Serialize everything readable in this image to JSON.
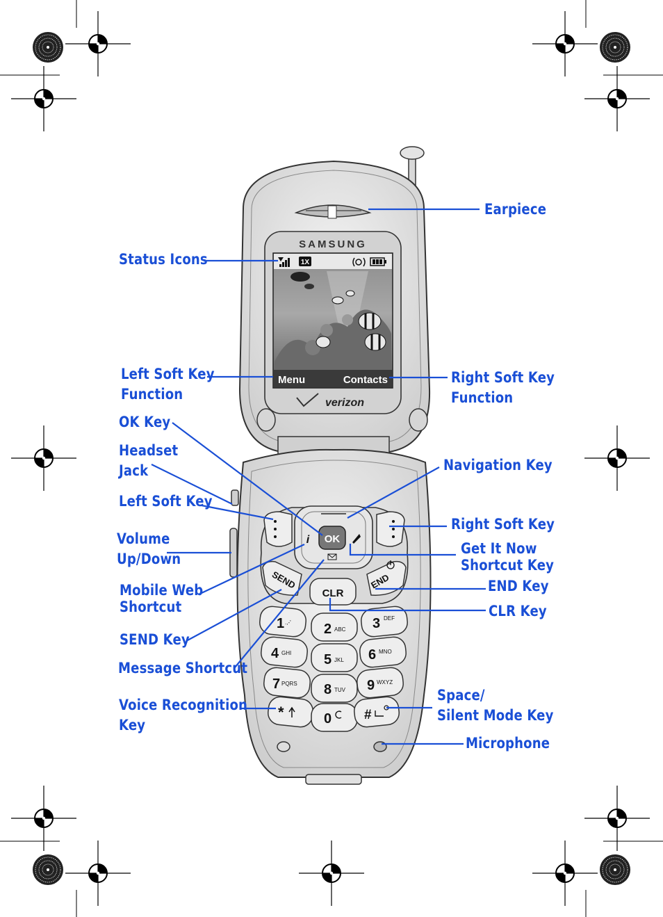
{
  "phone": {
    "brand": "SAMSUNG",
    "carrier": "verizon",
    "screen": {
      "signal_badge": "1X",
      "left_softkey_text": "Menu",
      "right_softkey_text": "Contacts"
    },
    "keys": {
      "ok": "OK",
      "send": "SEND",
      "end": "END",
      "clr": "CLR",
      "info_icon": "i",
      "k1": "1",
      "k1_sub": ".,-'",
      "k2": "2",
      "k2_sub": "ABC",
      "k3": "3",
      "k3_sub": "DEF",
      "k4": "4",
      "k4_sub": "GHI",
      "k5": "5",
      "k5_sub": "JKL",
      "k6": "6",
      "k6_sub": "MNO",
      "k7": "7",
      "k7_sub": "PQRS",
      "k8": "8",
      "k8_sub": "TUV",
      "k9": "9",
      "k9_sub": "WXYZ",
      "kstar": "*",
      "k0": "0",
      "khash": "#"
    }
  },
  "labels": {
    "earpiece": "Earpiece",
    "status_icons": "Status Icons",
    "left_soft_key_function": [
      "Left Soft Key",
      "Function"
    ],
    "right_soft_key_function": [
      "Right Soft Key",
      "Function"
    ],
    "ok_key": "OK Key",
    "headset_jack": [
      "Headset",
      "Jack"
    ],
    "navigation_key": "Navigation Key",
    "left_soft_key": "Left Soft Key",
    "right_soft_key": "Right Soft Key",
    "volume": [
      "Volume",
      "Up/Down"
    ],
    "get_it_now": [
      "Get It Now",
      "Shortcut Key"
    ],
    "mobile_web": [
      "Mobile Web",
      "Shortcut"
    ],
    "end_key": "END Key",
    "clr_key": "CLR Key",
    "send_key": "SEND Key",
    "message_shortcut": "Message Shortcut",
    "space_silent": [
      "Space/",
      "Silent Mode Key"
    ],
    "voice_recognition": [
      "Voice Recognition",
      "Key"
    ],
    "microphone": "Microphone"
  },
  "colors": {
    "label_blue": "#1a4fd6",
    "leader_blue": "#1a4fd6",
    "phone_body": "#e3e3e3",
    "phone_outline": "#333333"
  }
}
